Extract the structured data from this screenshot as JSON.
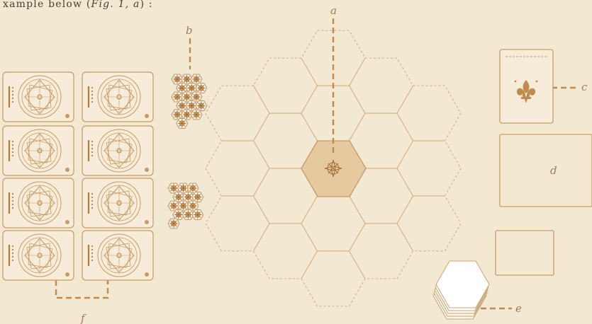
{
  "caption": {
    "prefix": "xample below (",
    "fig": "Fig. 1, a",
    "suffix": ") :"
  },
  "labels": {
    "a": "a",
    "b": "b",
    "c": "c",
    "d": "d",
    "e": "e",
    "f": "f"
  },
  "colors": {
    "background": "#f3e8d2",
    "line": "#c79a63",
    "accent": "#b07a3e",
    "center_tile_fill": "#e7c9a0",
    "label": "#9a7e58"
  },
  "icons": {
    "player_board": "compass-rose-icon",
    "token": "sun-icon",
    "card": "fleur-de-lis-icon",
    "center_tile": "compass-icon"
  },
  "layout_counts": {
    "player_boards": 8,
    "hex_grid_rings": 2,
    "token_stack_b": 16,
    "token_stack_lower": 13
  }
}
